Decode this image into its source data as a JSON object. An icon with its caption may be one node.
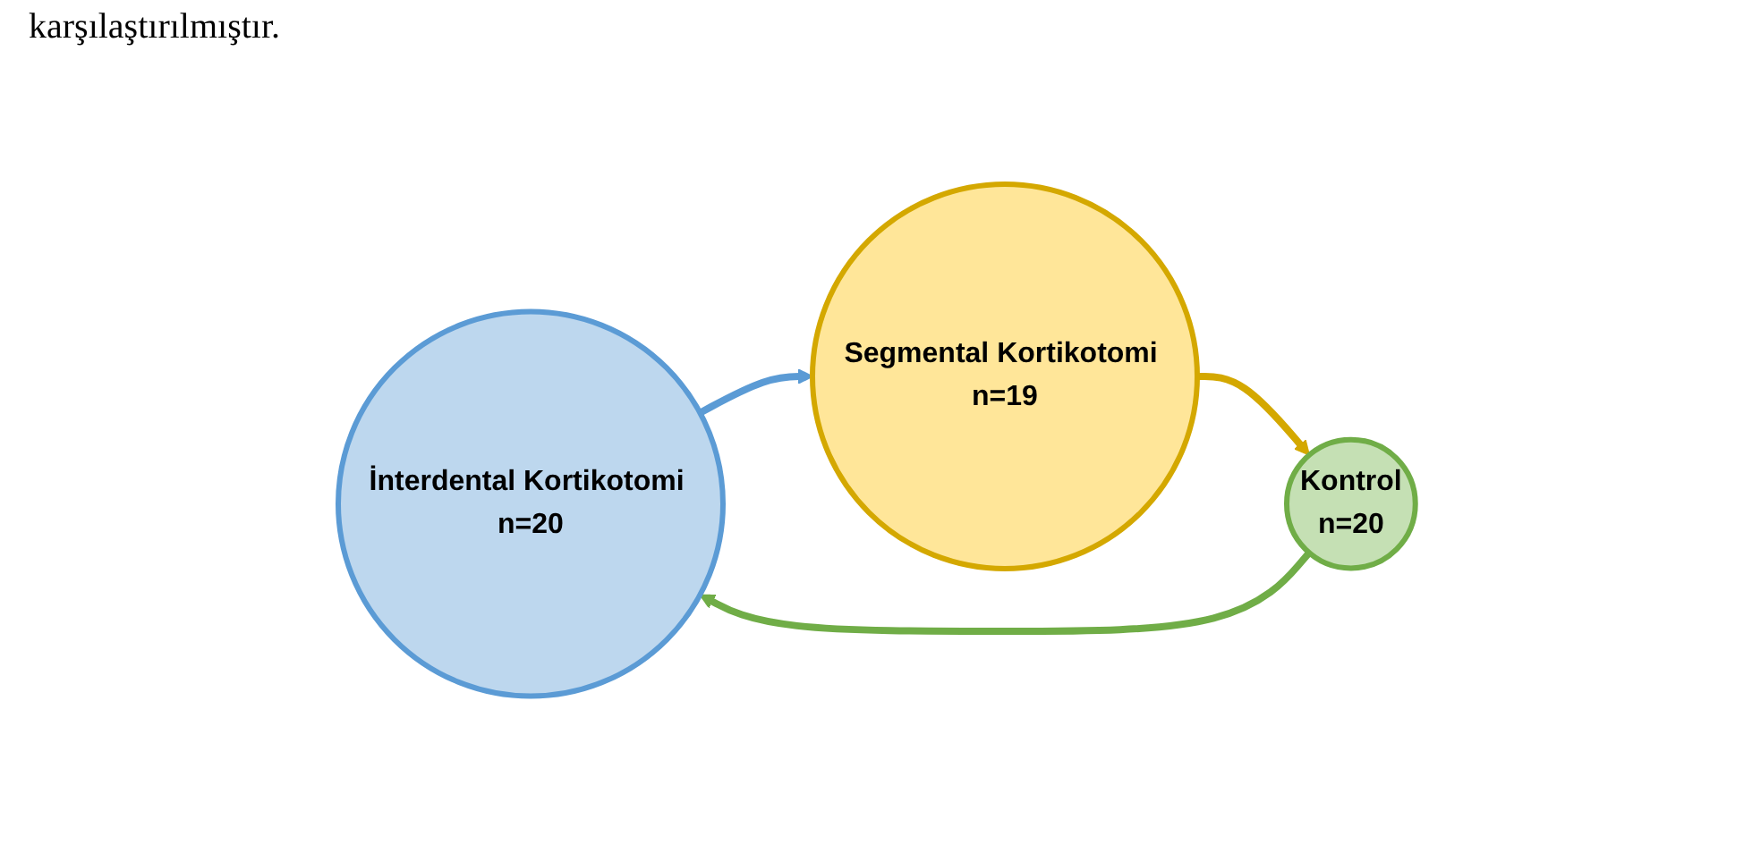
{
  "diagram": {
    "nodes": [
      {
        "text": [
          "İnterdental Kortikotomi n=20"
        ]
      },
      {
        "text": [
          "Segmental Kortikotomi n=19"
        ]
      },
      {
        "text": [
          "Kontrol",
          "n=20"
        ]
      }
    ],
    "edges": [
      {
        "from": 0,
        "to": 1,
        "arrow": "to",
        "color": "#5b9bd5"
      },
      {
        "from": 1,
        "to": 2,
        "arrow": "to",
        "color": "#d4a800"
      },
      {
        "from": 2,
        "to": 0,
        "arrow": "to",
        "color": "#70ad47"
      }
    ],
    "labels": [
      "karşılaştırılmıştır."
    ]
  }
}
